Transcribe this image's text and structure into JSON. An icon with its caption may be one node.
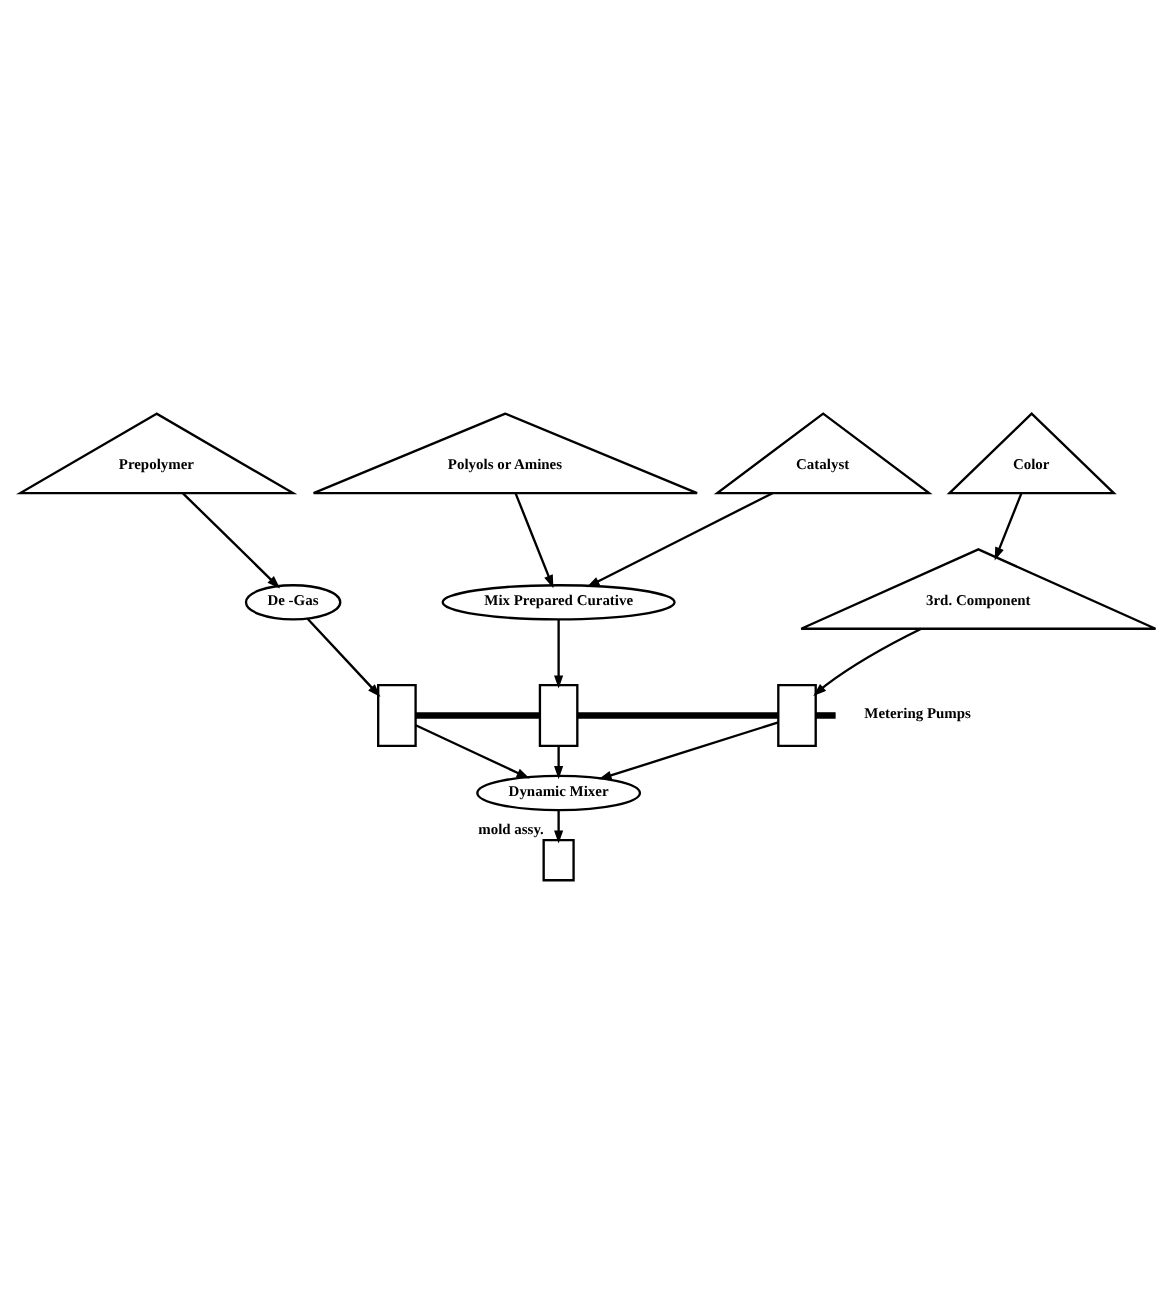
{
  "diagram": {
    "nodes": [
      {
        "text": [
          "Prepolymer"
        ]
      },
      {
        "text": [
          "Polyols or Amines"
        ]
      },
      {
        "text": [
          "Catalyst"
        ]
      },
      {
        "text": [
          "Color"
        ]
      },
      {
        "text": [
          "Mix Prepared Curative"
        ]
      },
      {
        "text": [
          "De -Gas"
        ]
      },
      {
        "text": [
          "3rd. Component"
        ]
      },
      {
        "text": [],
        "shape": "box"
      },
      {
        "text": [],
        "shape": "box"
      },
      {
        "text": [],
        "shape": "box"
      },
      {
        "text": [
          "Dynamic Mixer"
        ]
      },
      {
        "text": [],
        "shape": "box",
        "beside": [
          "mold assy."
        ]
      }
    ],
    "edges": [
      {
        "from": 0,
        "to": 5,
        "arrow": "to"
      },
      {
        "from": 1,
        "to": 4,
        "arrow": "to"
      },
      {
        "from": 2,
        "to": 4,
        "arrow": "to"
      },
      {
        "from": 3,
        "to": 6,
        "arrow": "to"
      },
      {
        "from": 5,
        "to": 7,
        "arrow": "to"
      },
      {
        "from": 4,
        "to": 8,
        "arrow": "to"
      },
      {
        "from": 6,
        "to": 9,
        "arrow": "to"
      },
      {
        "from": 7,
        "to": 8,
        "arrow": "none",
        "style": "thick"
      },
      {
        "from": 8,
        "to": 9,
        "arrow": "none",
        "style": "thick"
      },
      {
        "from": 9,
        "to": null,
        "arrow": "none",
        "style": "thick"
      },
      {
        "from": 7,
        "to": 10,
        "arrow": "to"
      },
      {
        "from": 8,
        "to": 10,
        "arrow": "to"
      },
      {
        "from": 9,
        "to": 10,
        "arrow": "to"
      },
      {
        "from": 10,
        "to": 11,
        "arrow": "to"
      }
    ],
    "labels": [
      "Metering Pumps"
    ]
  }
}
